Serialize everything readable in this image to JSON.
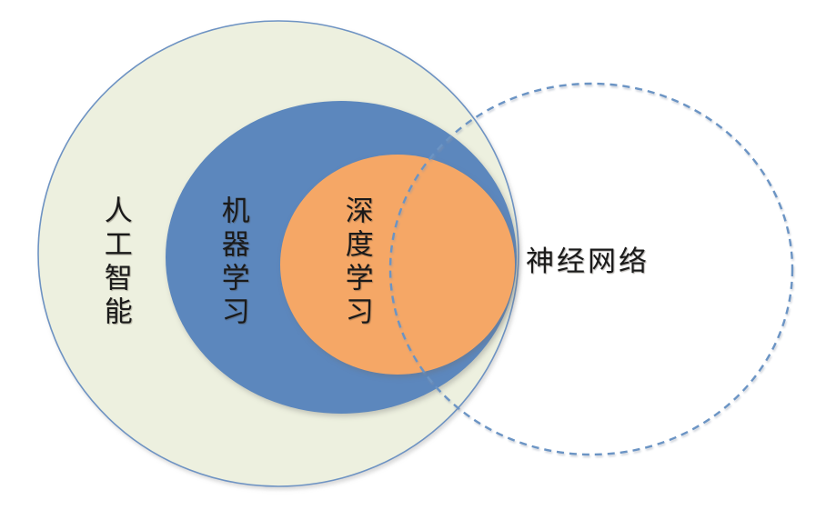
{
  "diagram": {
    "background_color": "#ffffff",
    "text_color": "#1a1a1a",
    "circles": [
      {
        "id": "artificial-intelligence",
        "label": "人工智能",
        "fill": "#edf0df",
        "stroke": "#6e93c3",
        "border_style": "solid"
      },
      {
        "id": "machine-learning",
        "label": "机器学习",
        "fill": "#5c87bd",
        "stroke": "none",
        "border_style": "none"
      },
      {
        "id": "deep-learning",
        "label": "深度学习",
        "fill": "#f5a766",
        "stroke": "none",
        "border_style": "none"
      },
      {
        "id": "neural-network",
        "label": "神经网络",
        "fill": "none",
        "stroke": "#6b94c4",
        "border_style": "dashed"
      }
    ]
  }
}
